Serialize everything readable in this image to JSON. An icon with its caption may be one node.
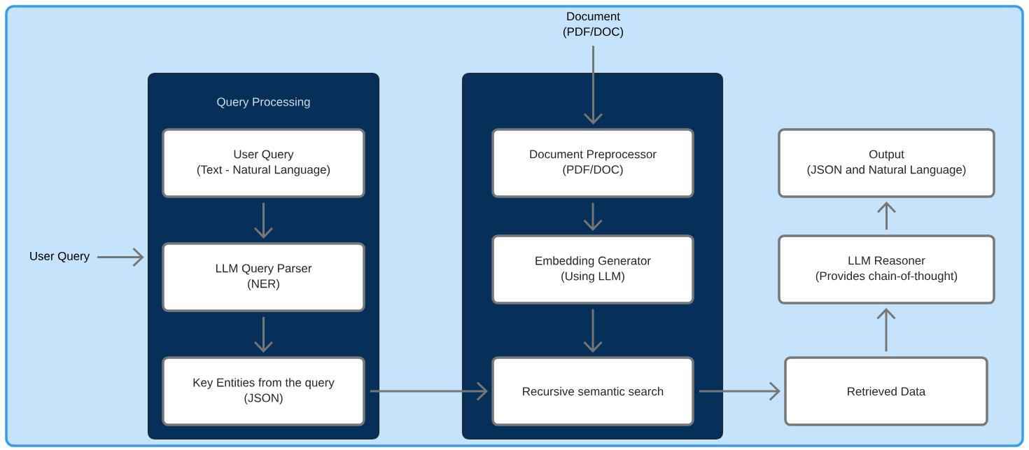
{
  "diagram": {
    "nodes": [
      {
        "text": [
          "User Query"
        ]
      },
      {
        "text": [
          "Query Processing"
        ]
      },
      {
        "text": [
          "User Query",
          "(Text - Natural Language)"
        ],
        "in": 1
      },
      {
        "text": [
          "LLM Query Parser",
          "(NER)"
        ],
        "in": 1
      },
      {
        "text": [
          "Key Entities from the query",
          "(JSON)"
        ],
        "in": 1
      },
      {
        "text": [
          "Document",
          "(PDF/DOC)"
        ]
      },
      {
        "text": [],
        "shape": "box"
      },
      {
        "text": [
          "Document Preprocessor",
          "(PDF/DOC)"
        ],
        "in": 6
      },
      {
        "text": [
          "Embedding Generator",
          "(Using LLM)"
        ],
        "in": 6
      },
      {
        "text": [
          "Recursive semantic search"
        ],
        "in": 6
      },
      {
        "text": [
          "Output",
          "(JSON and Natural Language)"
        ]
      },
      {
        "text": [
          "LLM Reasoner",
          "(Provides chain-of-thought)"
        ]
      },
      {
        "text": [
          "Retrieved Data"
        ]
      }
    ],
    "edges": [
      {
        "from": 0,
        "to": 1,
        "arrow": "to"
      },
      {
        "from": 2,
        "to": 3,
        "arrow": "to"
      },
      {
        "from": 3,
        "to": 4,
        "arrow": "to"
      },
      {
        "from": 4,
        "to": 9,
        "arrow": "to"
      },
      {
        "from": 5,
        "to": 7,
        "arrow": "to"
      },
      {
        "from": 7,
        "to": 8,
        "arrow": "to"
      },
      {
        "from": 8,
        "to": 9,
        "arrow": "to"
      },
      {
        "from": 9,
        "to": 12,
        "arrow": "to"
      },
      {
        "from": 12,
        "to": 11,
        "arrow": "to"
      },
      {
        "from": 11,
        "to": 10,
        "arrow": "to"
      }
    ]
  }
}
